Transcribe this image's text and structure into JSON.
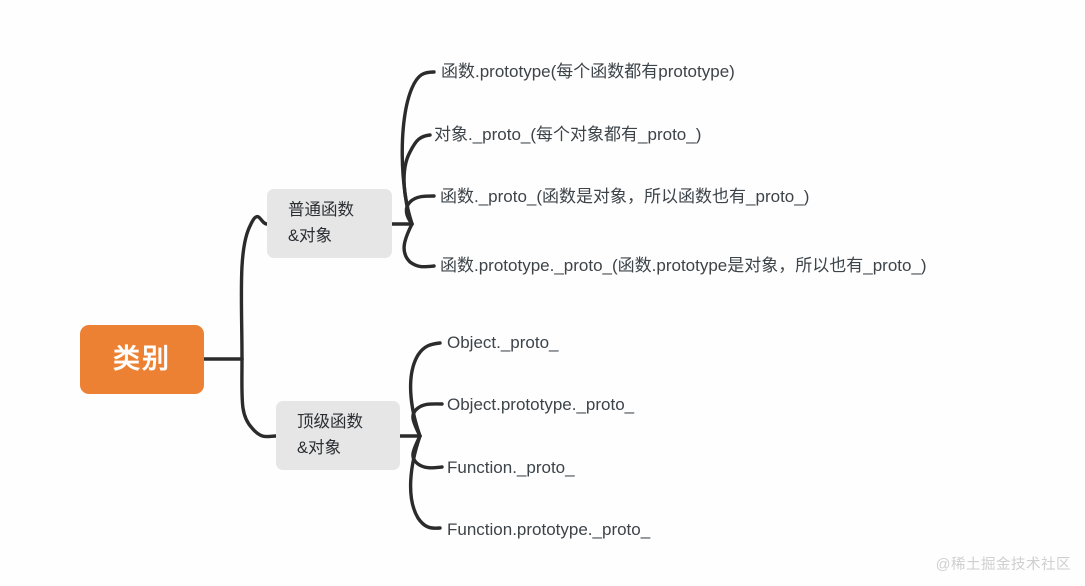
{
  "diagram": {
    "type": "mind-map",
    "colors": {
      "root_fill": "#ED8133",
      "root_text": "#FFFFFF",
      "branch_fill": "#E6E6E6",
      "branch_text": "#2B2F33",
      "leaf_text": "#3D4449",
      "edge": "#2B2B2B",
      "background": "#FEFEFE",
      "watermark": "#CFCFCF"
    },
    "root": {
      "label": "类别"
    },
    "branches": [
      {
        "label_line1": "普通函数",
        "label_line2": "&对象",
        "leaves": [
          "函数.prototype(每个函数都有prototype)",
          "对象._proto_(每个对象都有_proto_)",
          "函数._proto_(函数是对象，所以函数也有_proto_)",
          "函数.prototype._proto_(函数.prototype是对象，所以也有_proto_)"
        ]
      },
      {
        "label_line1": "顶级函数",
        "label_line2": "&对象",
        "leaves": [
          "Object._proto_",
          "Object.prototype._proto_",
          "Function._proto_",
          "Function.prototype._proto_"
        ]
      }
    ]
  },
  "watermark": {
    "text": "@稀土掘金技术社区"
  }
}
